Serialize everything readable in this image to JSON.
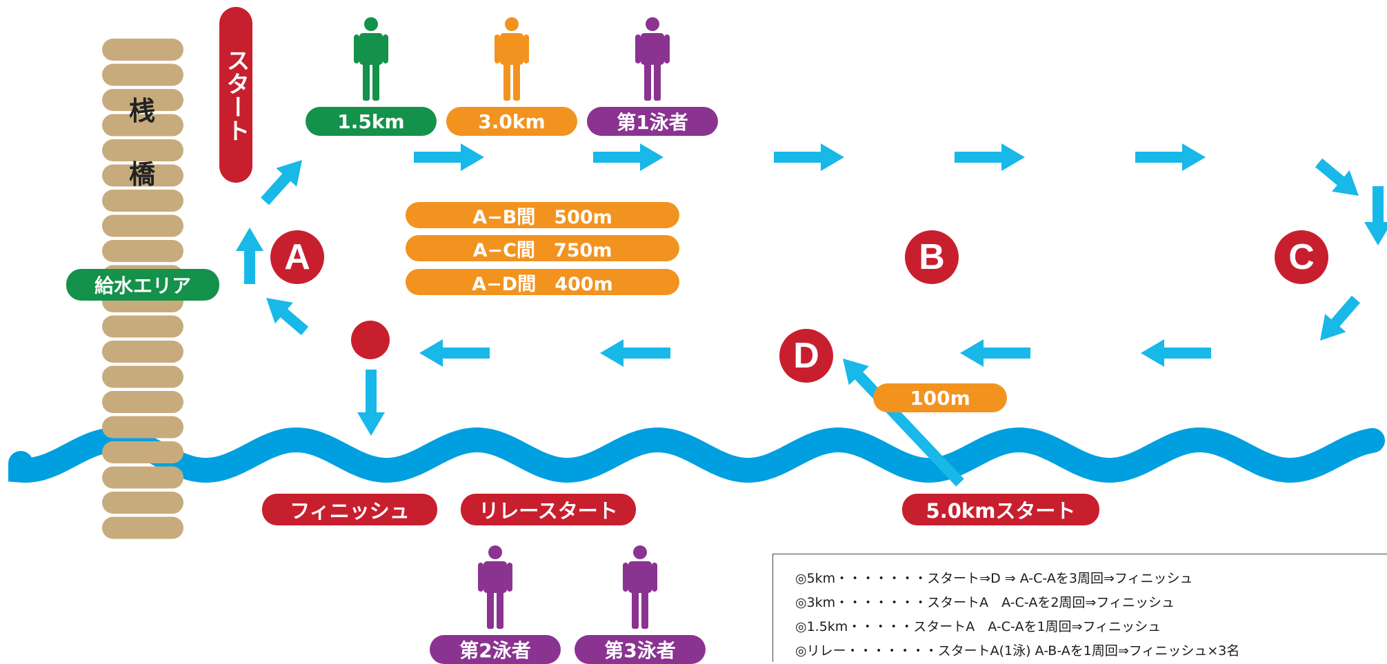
{
  "pier": {
    "label_top": "桟",
    "label_bottom": "橋",
    "color": "#c8ab7c"
  },
  "start_banner": "スタート",
  "water_area_label": "給水エリア",
  "swimmers_top": [
    {
      "label": "1.5km",
      "color": "#14914a"
    },
    {
      "label": "3.0km",
      "color": "#f29320"
    },
    {
      "label": "第1泳者",
      "color": "#8a3391"
    }
  ],
  "swimmers_bottom": [
    {
      "label": "第2泳者",
      "color": "#8a3391"
    },
    {
      "label": "第3泳者",
      "color": "#8a3391"
    }
  ],
  "distances": [
    {
      "label": "A−B間　500m"
    },
    {
      "label": "A−C間　750m"
    },
    {
      "label": "A−D間　400m"
    }
  ],
  "buoys": {
    "a": "A",
    "b": "B",
    "c": "C",
    "d": "D"
  },
  "d_offset_label": "100m",
  "finish_label": "フィニッシュ",
  "relay_start_label": "リレースタート",
  "start_5k_label": "5.0kmスタート",
  "legend": [
    "◎5km・・・・・・・スタート⇒D ⇒ A-C-Aを3周回⇒フィニッシュ",
    "◎3km・・・・・・・スタートA　A-C-Aを2周回⇒フィニッシュ",
    "◎1.5km・・・・・スタートA　A-C-Aを1周回⇒フィニッシュ",
    "◎リレー・・・・・・・スタートA(1泳) A-B-Aを1周回⇒フィニッシュ×3名"
  ],
  "colors": {
    "arrow": "#18b8e8",
    "water": "#00a0e0",
    "marker": "#c81f2e",
    "green": "#14914a",
    "orange": "#f29320",
    "purple": "#8a3391"
  }
}
